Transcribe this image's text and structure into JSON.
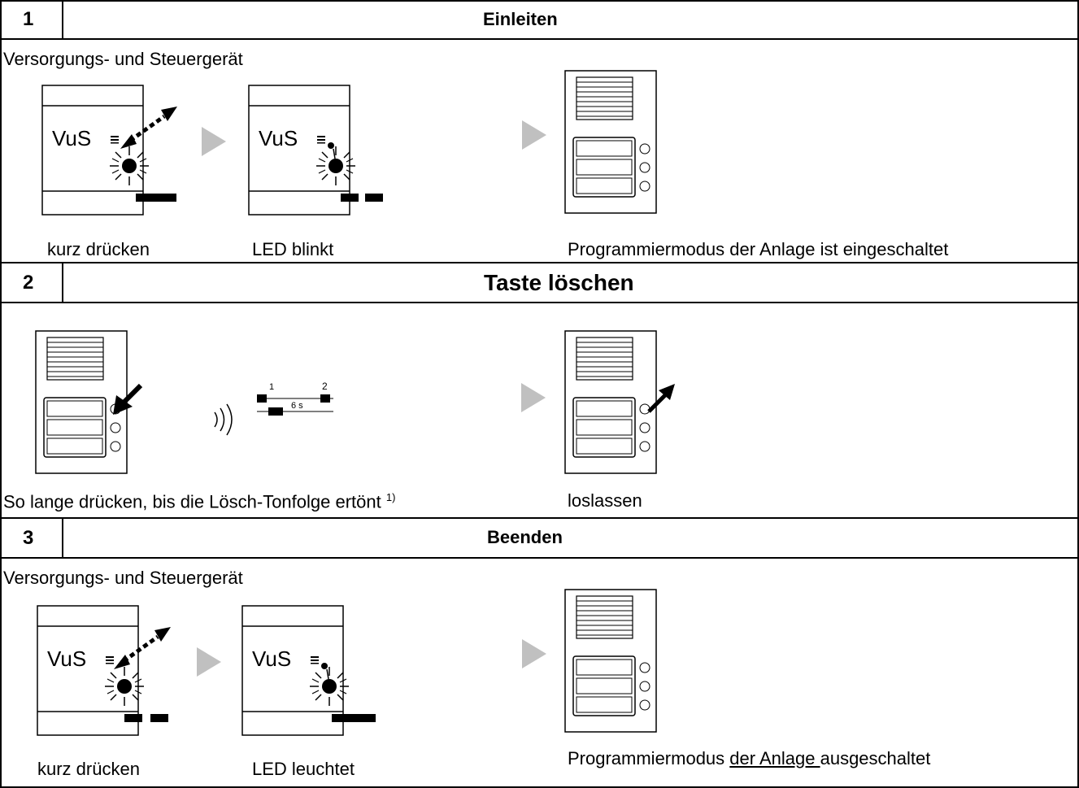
{
  "sections": [
    {
      "number": "1",
      "title": "Einleiten",
      "device_caption": "Versorgungs- und Steuergerät",
      "device_label_a": "VuS",
      "device_label_b": "VuS",
      "captions": [
        "kurz drücken",
        "LED blinkt",
        "Programmiermodus der Anlage ist eingeschaltet"
      ]
    },
    {
      "number": "2",
      "title": "Taste löschen",
      "timing": {
        "marker_1": "1",
        "marker_2": "2",
        "duration": "6 s"
      },
      "caption_left": "So lange drücken, bis die Lösch-Tonfolge ertönt",
      "caption_left_footnote": "1)",
      "caption_right": "loslassen"
    },
    {
      "number": "3",
      "title": "Beenden",
      "device_caption": "Versorgungs- und Steuergerät",
      "device_label_a": "VuS",
      "device_label_b": "VuS",
      "captions": [
        "kurz drücken",
        "LED leuchtet"
      ],
      "result_caption_part1": "Programmiermodus ",
      "result_caption_underlined": "der Anlage ",
      "result_caption_part2": "ausgeschaltet"
    }
  ],
  "icons": {
    "press_arrow": "press-arrow-icon",
    "release_arrow": "release-arrow-icon",
    "led_blink": "led-blink-icon",
    "next_step": "triangle-right-icon",
    "sound": "sound-waves-icon",
    "door_station": "door-station-icon",
    "control_unit": "control-unit-icon"
  },
  "colors": {
    "line": "#000000",
    "arrow_next": "#c0c0c0"
  }
}
